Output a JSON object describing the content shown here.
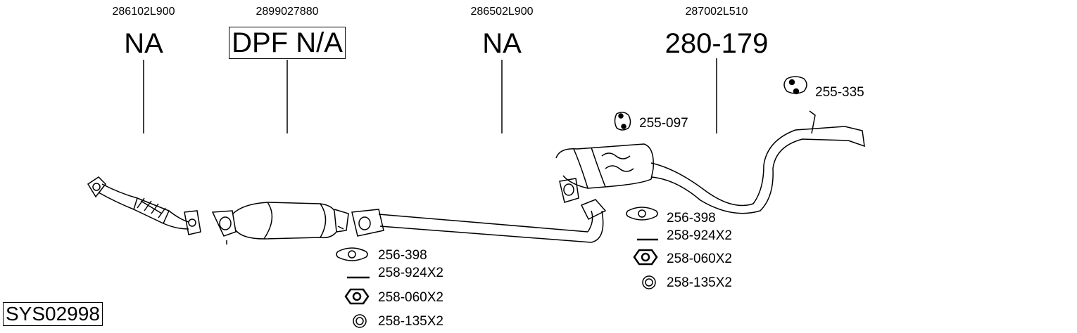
{
  "parts": [
    {
      "oe": "286102L900",
      "ref": "NA",
      "boxed": false
    },
    {
      "oe": "2899027880",
      "ref": "DPF N/A",
      "boxed": true
    },
    {
      "oe": "286502L900",
      "ref": "NA",
      "boxed": false
    },
    {
      "oe": "287002L510",
      "ref": "280-179",
      "boxed": false
    }
  ],
  "hangers": {
    "rear": "255-335",
    "mid": "255-097"
  },
  "left_kit": {
    "gasket": "256-398",
    "bolt": "258-924X2",
    "nut": "258-060X2",
    "washer": "258-135X2"
  },
  "right_kit": {
    "gasket": "256-398",
    "bolt": "258-924X2",
    "nut": "258-060X2",
    "washer": "258-135X2"
  },
  "system_id": "SYS02998"
}
